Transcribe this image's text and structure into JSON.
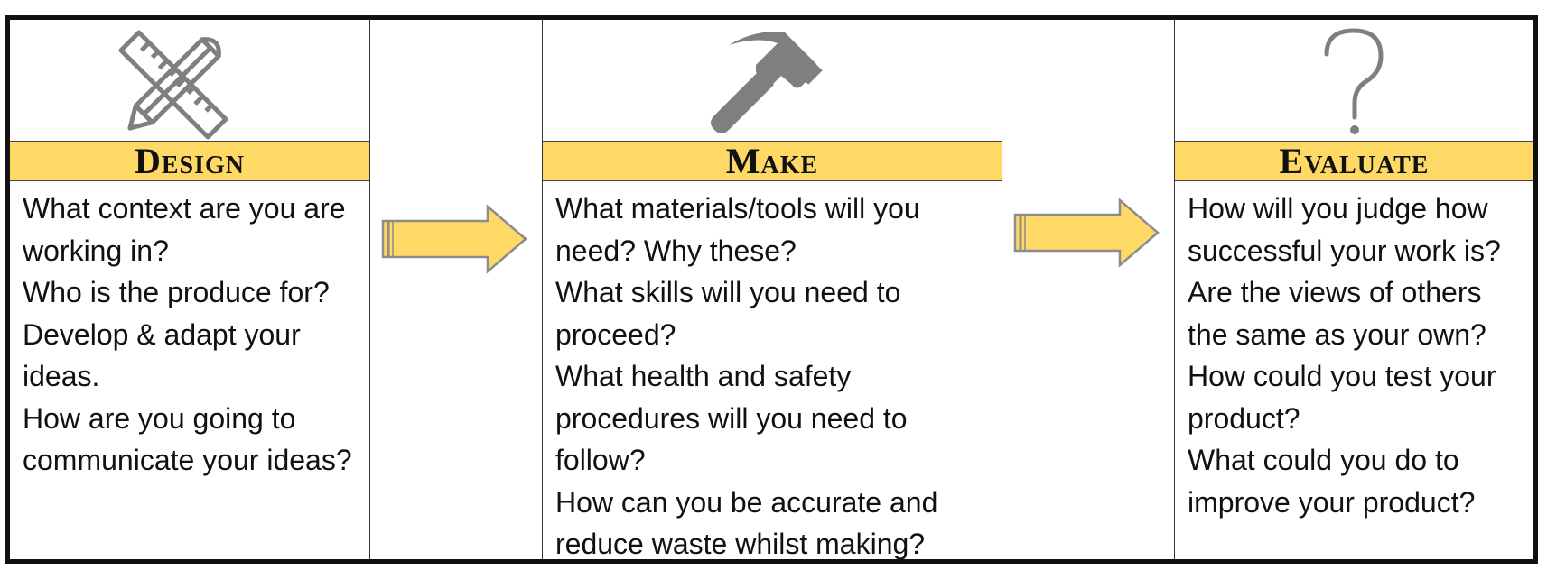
{
  "stages": [
    {
      "title": "Design",
      "icon": "ruler-pencil-icon",
      "questions": [
        "What context are you are working in?",
        "Who is the produce for?",
        "Develop & adapt your ideas.",
        "How are you going to communicate your ideas?"
      ]
    },
    {
      "title": "Make",
      "icon": "hammer-icon",
      "questions": [
        "What materials/tools will you need? Why these?",
        "What skills will you need to proceed?",
        "What health and safety procedures will you need to follow?",
        "How can you be accurate and reduce waste whilst making?"
      ]
    },
    {
      "title": "Evaluate",
      "icon": "question-mark-icon",
      "questions": [
        "How will you judge how successful your work is?",
        "Are the views of others the same as your own?",
        "How could you test your product?",
        "What could you do to improve your product?"
      ]
    }
  ],
  "colors": {
    "header_fill": "#ffd966",
    "arrow_fill": "#ffd966",
    "icon_gray": "#7f7f7f",
    "border": "#111111"
  }
}
